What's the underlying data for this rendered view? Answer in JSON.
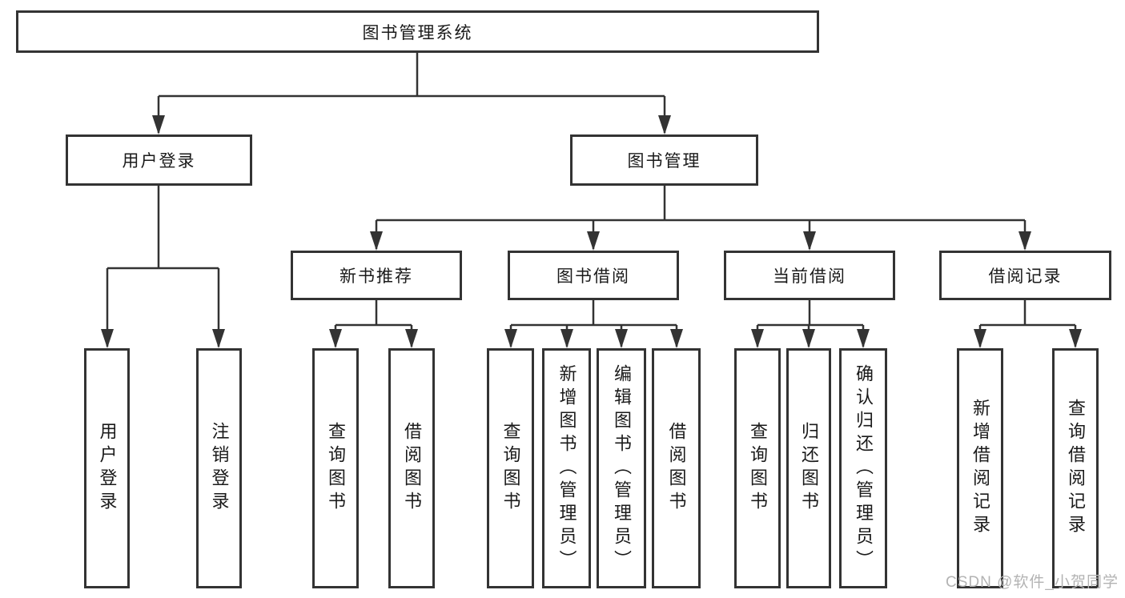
{
  "root": {
    "label": "图书管理系统"
  },
  "branches": {
    "user": {
      "label": "用户登录",
      "children": [
        "用户登录",
        "注销登录"
      ]
    },
    "books": {
      "label": "图书管理",
      "sections": [
        {
          "label": "新书推荐",
          "children": [
            "查询图书",
            "借阅图书"
          ]
        },
        {
          "label": "图书借阅",
          "children": [
            "查询图书",
            "新增图书（管理员）",
            "编辑图书（管理员）",
            "借阅图书"
          ]
        },
        {
          "label": "当前借阅",
          "children": [
            "查询图书",
            "归还图书",
            "确认归还（管理员）"
          ]
        },
        {
          "label": "借阅记录",
          "children": [
            "新增借阅记录",
            "查询借阅记录"
          ]
        }
      ]
    }
  },
  "watermark": "CSDN @软件_小贺同学",
  "colors": {
    "line": "#333333",
    "text": "#1a1a1a",
    "box_bg": "#ffffff",
    "watermark": "#b3b3b3"
  }
}
